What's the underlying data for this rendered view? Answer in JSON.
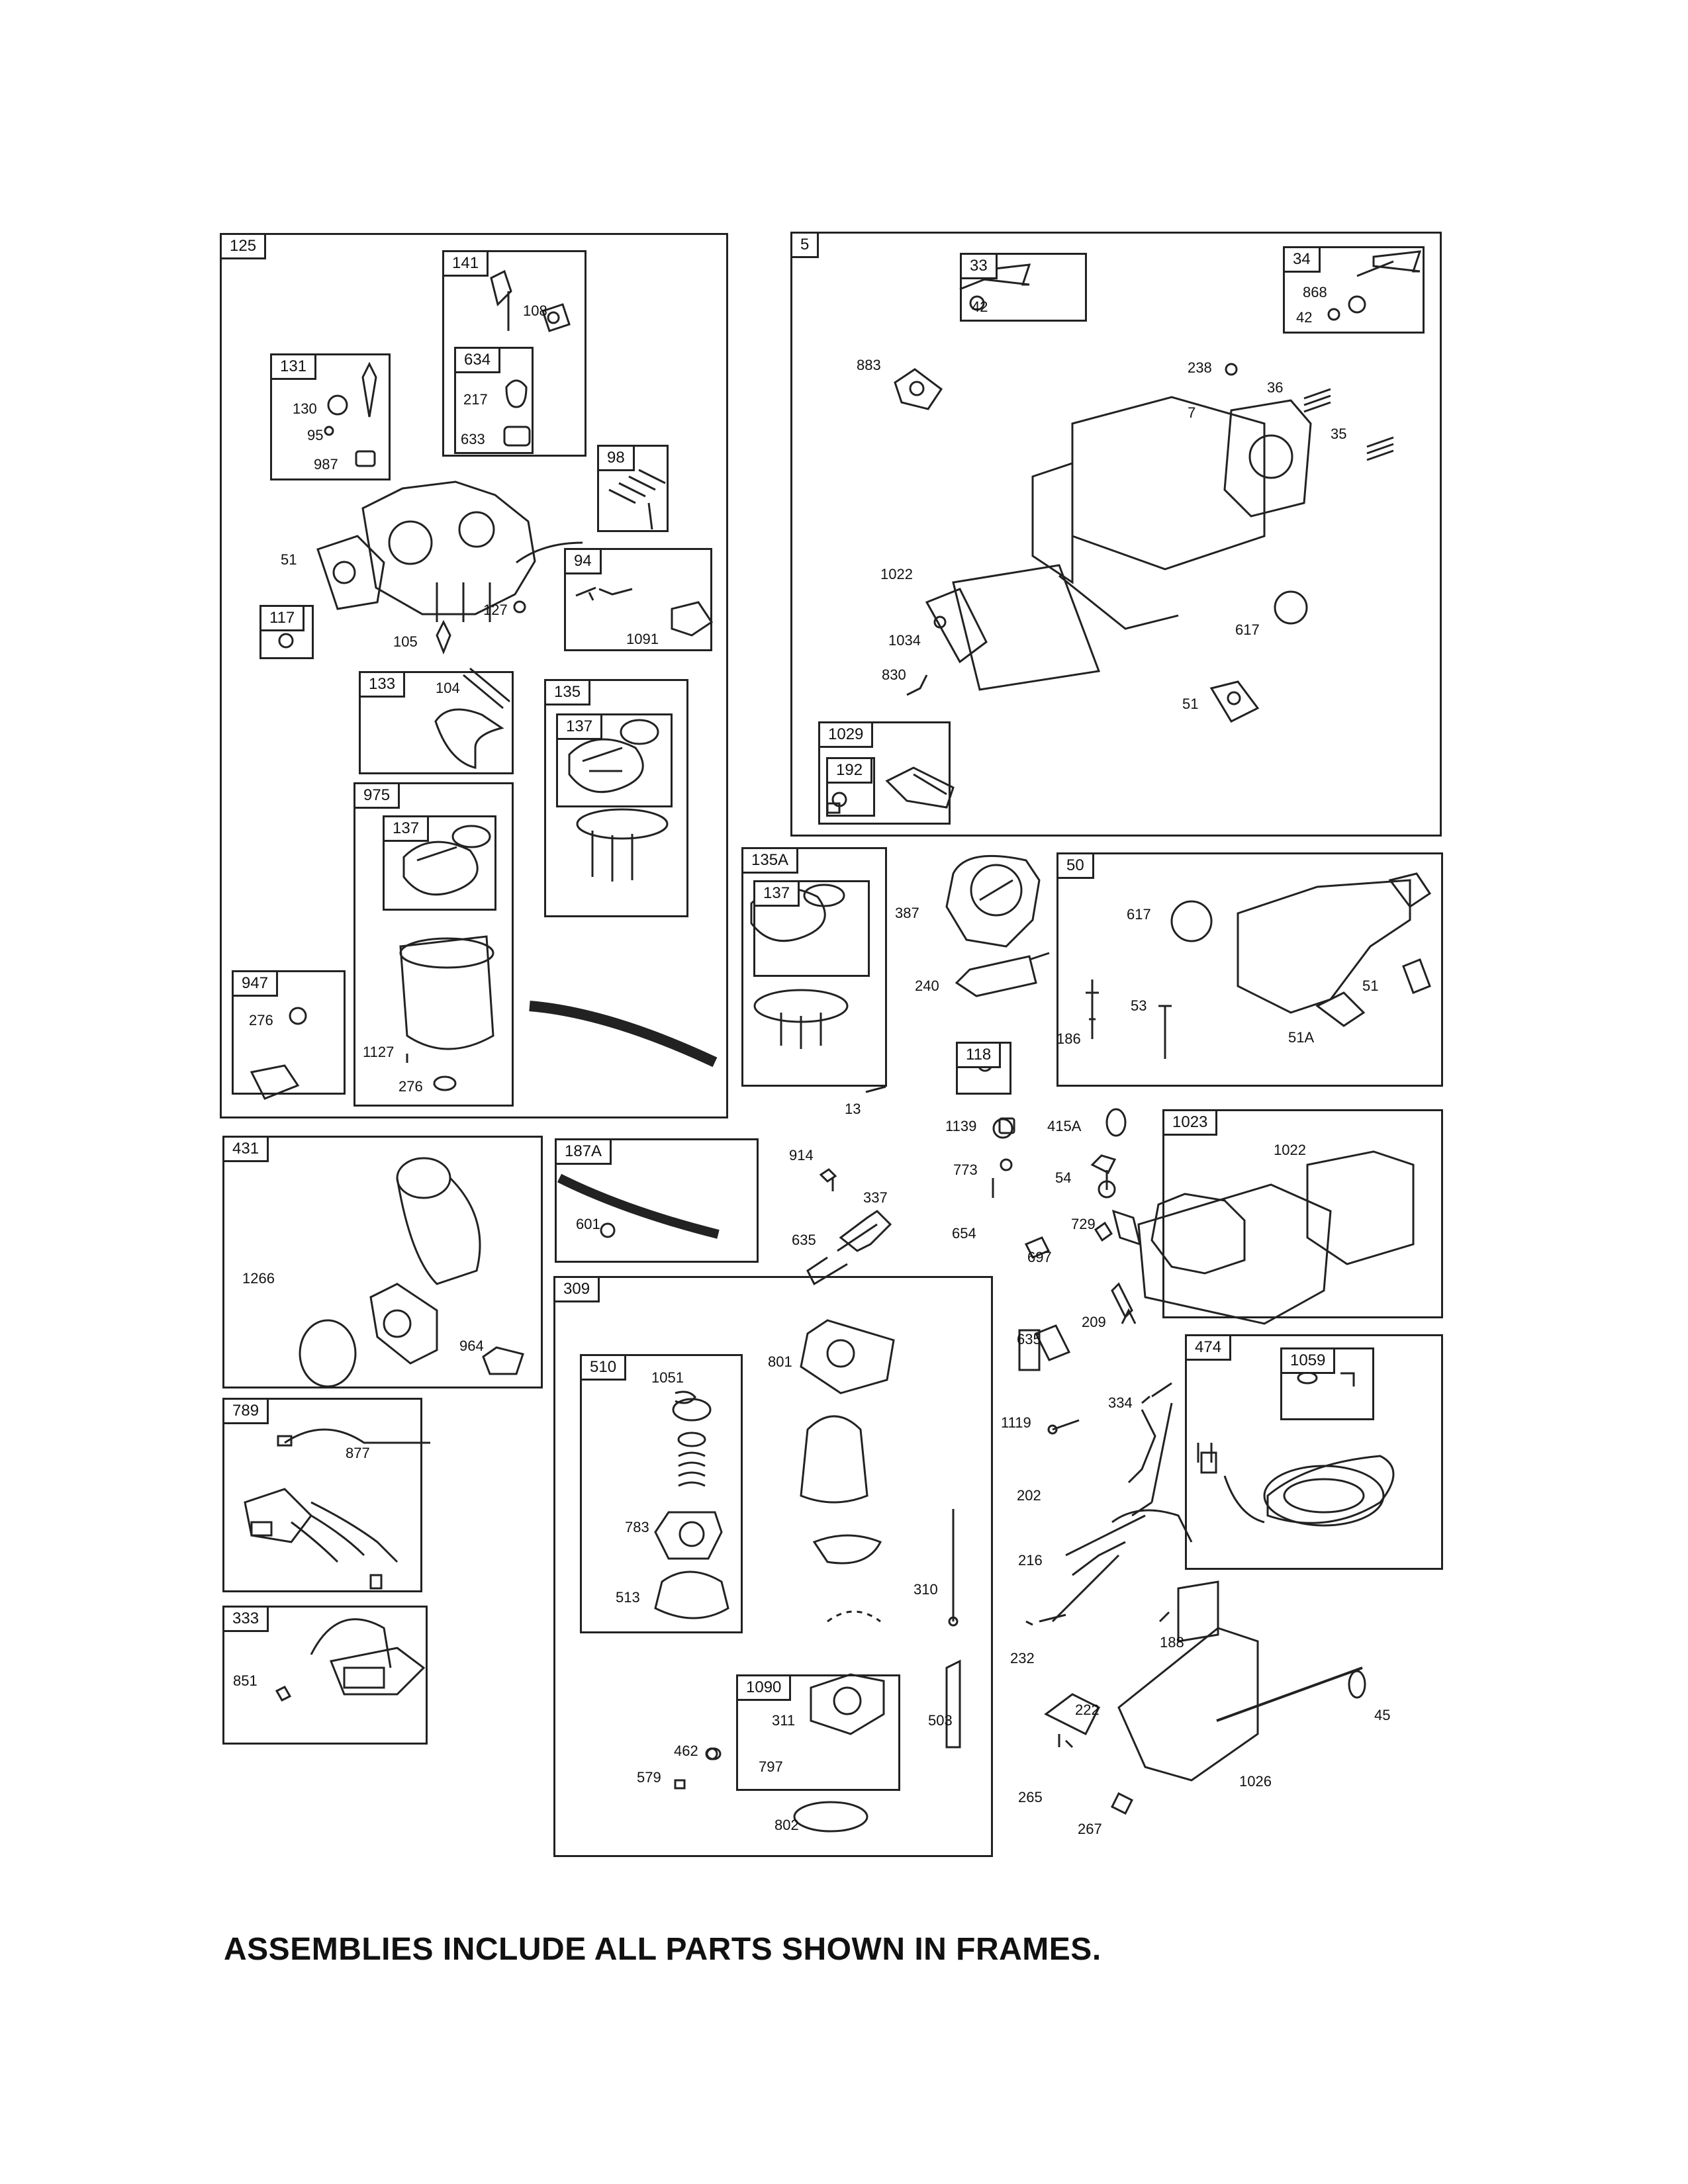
{
  "note": "ASSEMBLIES INCLUDE ALL PARTS SHOWN IN FRAMES.",
  "assemblies": [
    {
      "key": "125",
      "label": "125"
    },
    {
      "key": "141",
      "label": "141"
    },
    {
      "key": "634",
      "label": "634"
    },
    {
      "key": "131",
      "label": "131"
    },
    {
      "key": "98",
      "label": "98"
    },
    {
      "key": "94",
      "label": "94"
    },
    {
      "key": "117",
      "label": "117"
    },
    {
      "key": "133",
      "label": "133"
    },
    {
      "key": "135",
      "label": "135"
    },
    {
      "key": "137a",
      "label": "137"
    },
    {
      "key": "975",
      "label": "975"
    },
    {
      "key": "137b",
      "label": "137"
    },
    {
      "key": "947",
      "label": "947"
    },
    {
      "key": "5",
      "label": "5"
    },
    {
      "key": "33",
      "label": "33"
    },
    {
      "key": "34",
      "label": "34"
    },
    {
      "key": "1029",
      "label": "1029"
    },
    {
      "key": "192",
      "label": "192"
    },
    {
      "key": "135A",
      "label": "135A"
    },
    {
      "key": "137c",
      "label": "137"
    },
    {
      "key": "50",
      "label": "50"
    },
    {
      "key": "118",
      "label": "118"
    },
    {
      "key": "431",
      "label": "431"
    },
    {
      "key": "187A",
      "label": "187A"
    },
    {
      "key": "1023",
      "label": "1023"
    },
    {
      "key": "309",
      "label": "309"
    },
    {
      "key": "510",
      "label": "510"
    },
    {
      "key": "474",
      "label": "474"
    },
    {
      "key": "1059",
      "label": "1059"
    },
    {
      "key": "789",
      "label": "789"
    },
    {
      "key": "333",
      "label": "333"
    },
    {
      "key": "1090",
      "label": "1090"
    }
  ],
  "parts": [
    "108",
    "217",
    "633",
    "130",
    "95",
    "987",
    "51",
    "127",
    "105",
    "1091",
    "104",
    "1127",
    "276",
    "276",
    "42",
    "868",
    "42",
    "883",
    "238",
    "36",
    "7",
    "35",
    "1022",
    "1034",
    "830",
    "617",
    "51",
    "387",
    "240",
    "617",
    "53",
    "186",
    "51",
    "51A",
    "13",
    "1139",
    "415A",
    "914",
    "773",
    "54",
    "1022",
    "1266",
    "964",
    "601",
    "337",
    "635",
    "654",
    "729",
    "697",
    "209",
    "635",
    "1119",
    "334",
    "877",
    "801",
    "1051",
    "783",
    "513",
    "310",
    "202",
    "216",
    "232",
    "188",
    "222",
    "45",
    "1026",
    "265",
    "267",
    "851",
    "311",
    "797",
    "503",
    "462",
    "579",
    "802"
  ]
}
